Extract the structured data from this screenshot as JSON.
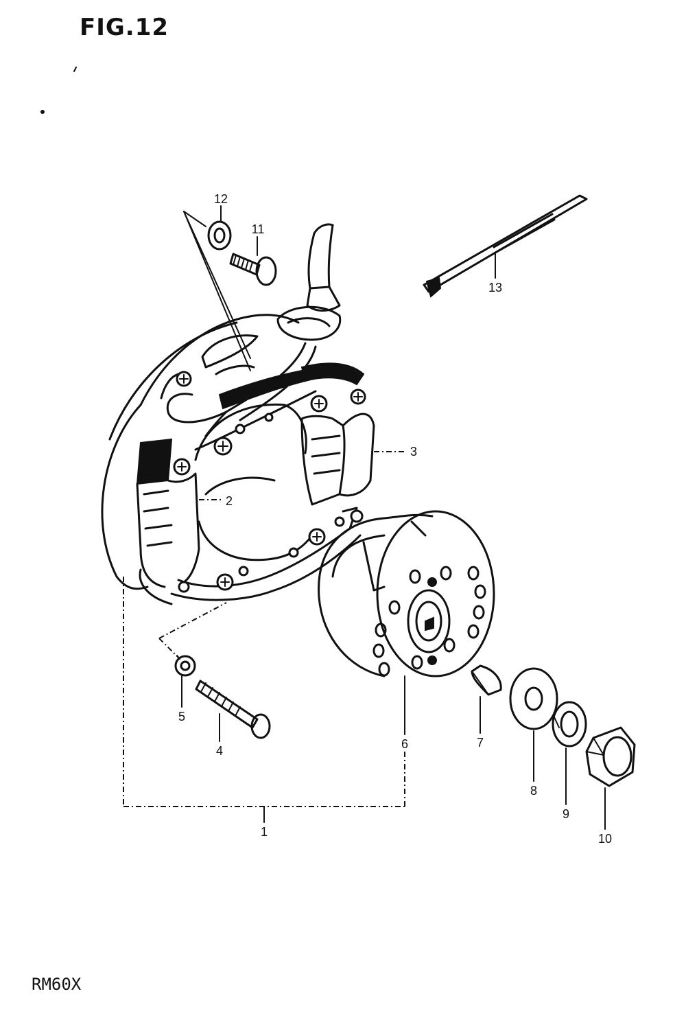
{
  "figure": {
    "title": "FIG.12",
    "model": "RM60X"
  },
  "parts": [
    {
      "id": "p1",
      "label": "1"
    },
    {
      "id": "p2",
      "label": "2"
    },
    {
      "id": "p3",
      "label": "3"
    },
    {
      "id": "p4",
      "label": "4"
    },
    {
      "id": "p5",
      "label": "5"
    },
    {
      "id": "p6",
      "label": "6"
    },
    {
      "id": "p7",
      "label": "7"
    },
    {
      "id": "p8",
      "label": "8"
    },
    {
      "id": "p9",
      "label": "9"
    },
    {
      "id": "p10",
      "label": "10"
    },
    {
      "id": "p11",
      "label": "11"
    },
    {
      "id": "p12",
      "label": "12"
    },
    {
      "id": "p13",
      "label": "13"
    }
  ]
}
